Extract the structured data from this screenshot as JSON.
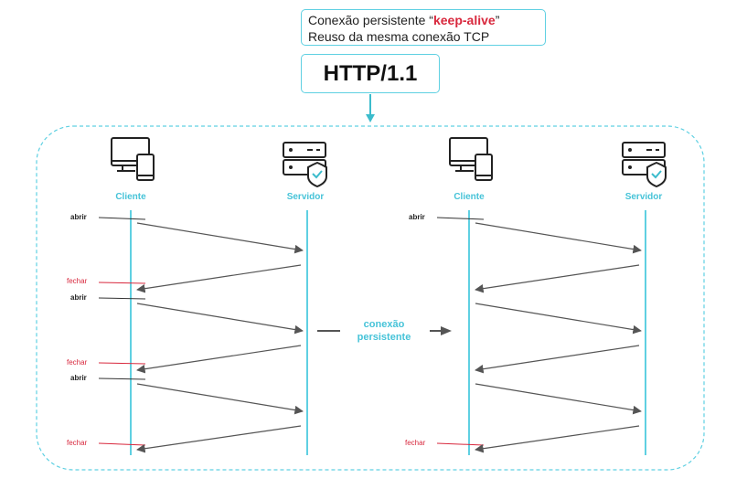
{
  "note": {
    "line1_before": "Conexão persistente “",
    "line1_keyword": "keep-alive",
    "line1_after": "”",
    "line2": "Reuso da mesma conexão TCP"
  },
  "title": "HTTP/1.1",
  "left_diagram": {
    "client_label": "Cliente",
    "server_label": "Servidor",
    "events": [
      "abrir",
      "fechar",
      "abrir",
      "fechar",
      "abrir",
      "fechar"
    ]
  },
  "middle": {
    "line1": "conexão",
    "line2": "persistente"
  },
  "right_diagram": {
    "client_label": "Cliente",
    "server_label": "Servidor",
    "events": [
      "abrir",
      "fechar"
    ]
  },
  "colors": {
    "accent": "#5fd0e2",
    "label": "#46c3d8",
    "open": "#222222",
    "close": "#d8283d",
    "arrow": "#555555",
    "icon": "#222222"
  }
}
